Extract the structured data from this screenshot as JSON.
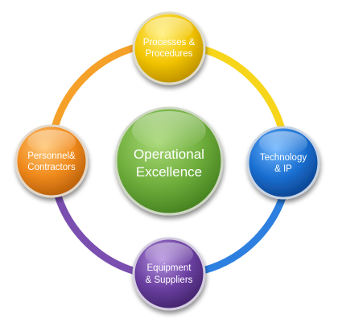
{
  "diagram": {
    "center": {
      "line1": "Operational",
      "line2": "Excellence",
      "color": "#6fae3c"
    },
    "nodes": {
      "top": {
        "line1": "Processes &",
        "line2": "Procedures",
        "color": "#f2c400"
      },
      "right": {
        "line1": "Technology",
        "line2": "& IP",
        "color": "#1a6fd1"
      },
      "bottom": {
        "line1": "Equipment",
        "line2": "& Suppliers",
        "color": "#6a3fa0"
      },
      "left": {
        "line1": "Personnel&",
        "line2": "Contractors",
        "color": "#f08a1c"
      }
    },
    "ring_colors": {
      "top_right": "#f7d51a",
      "right_bottom": "#2d7fe0",
      "bottom_left": "#7a4fb0",
      "left_top": "#f5a028"
    }
  }
}
